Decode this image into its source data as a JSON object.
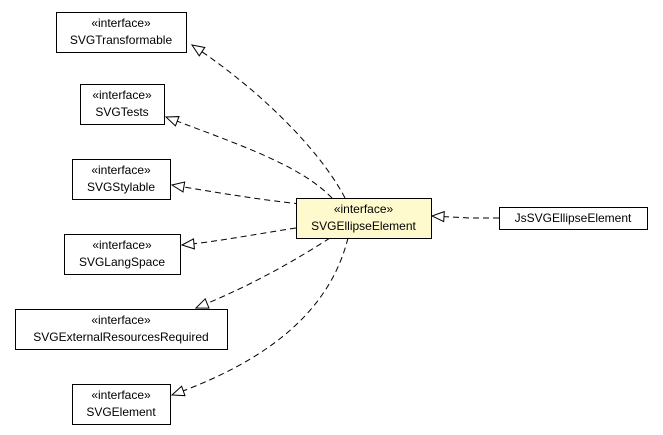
{
  "colors": {
    "node_fill": "#ffffff",
    "highlight_fill": "#fffacd",
    "stroke": "#000000"
  },
  "nodes": [
    {
      "id": "SVGTransformable",
      "stereotype": "«interface»",
      "name": "SVGTransformable",
      "highlight": false
    },
    {
      "id": "SVGTests",
      "stereotype": "«interface»",
      "name": "SVGTests",
      "highlight": false
    },
    {
      "id": "SVGStylable",
      "stereotype": "«interface»",
      "name": "SVGStylable",
      "highlight": false
    },
    {
      "id": "SVGLangSpace",
      "stereotype": "«interface»",
      "name": "SVGLangSpace",
      "highlight": false
    },
    {
      "id": "SVGExternalResourcesRequired",
      "stereotype": "«interface»",
      "name": "SVGExternalResourcesRequired",
      "highlight": false
    },
    {
      "id": "SVGElement",
      "stereotype": "«interface»",
      "name": "SVGElement",
      "highlight": false
    },
    {
      "id": "SVGEllipseElement",
      "stereotype": "«interface»",
      "name": "SVGEllipseElement",
      "highlight": true
    },
    {
      "id": "JsSVGEllipseElement",
      "stereotype": "",
      "name": "JsSVGEllipseElement",
      "highlight": false
    }
  ],
  "edges": [
    {
      "from": "SVGEllipseElement",
      "to": "SVGTransformable",
      "kind": "realization"
    },
    {
      "from": "SVGEllipseElement",
      "to": "SVGTests",
      "kind": "realization"
    },
    {
      "from": "SVGEllipseElement",
      "to": "SVGStylable",
      "kind": "realization"
    },
    {
      "from": "SVGEllipseElement",
      "to": "SVGLangSpace",
      "kind": "realization"
    },
    {
      "from": "SVGEllipseElement",
      "to": "SVGExternalResourcesRequired",
      "kind": "realization"
    },
    {
      "from": "SVGEllipseElement",
      "to": "SVGElement",
      "kind": "realization"
    },
    {
      "from": "JsSVGEllipseElement",
      "to": "SVGEllipseElement",
      "kind": "realization"
    }
  ]
}
